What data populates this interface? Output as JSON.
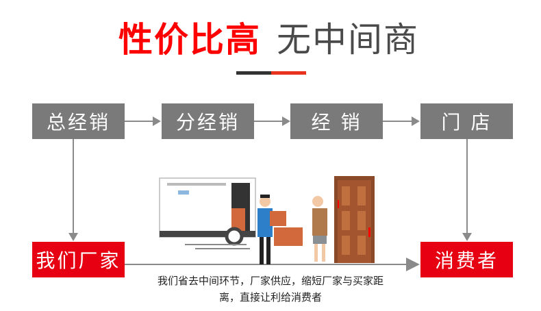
{
  "title": {
    "highlight": "性价比高",
    "rest": "无中间商"
  },
  "flow": {
    "step1": "总经销",
    "step2": "分经销",
    "step3": "经 销",
    "step4": "门 店"
  },
  "ends": {
    "factory": "我们厂家",
    "consumer": "消费者"
  },
  "note": {
    "line1": "我们省去中间环节，厂家供应，缩短厂家与买家距",
    "line2": "离，直接让利给消费者"
  },
  "colors": {
    "red": "#e60012",
    "gray": "#7a7a7a",
    "dark": "#333333"
  }
}
